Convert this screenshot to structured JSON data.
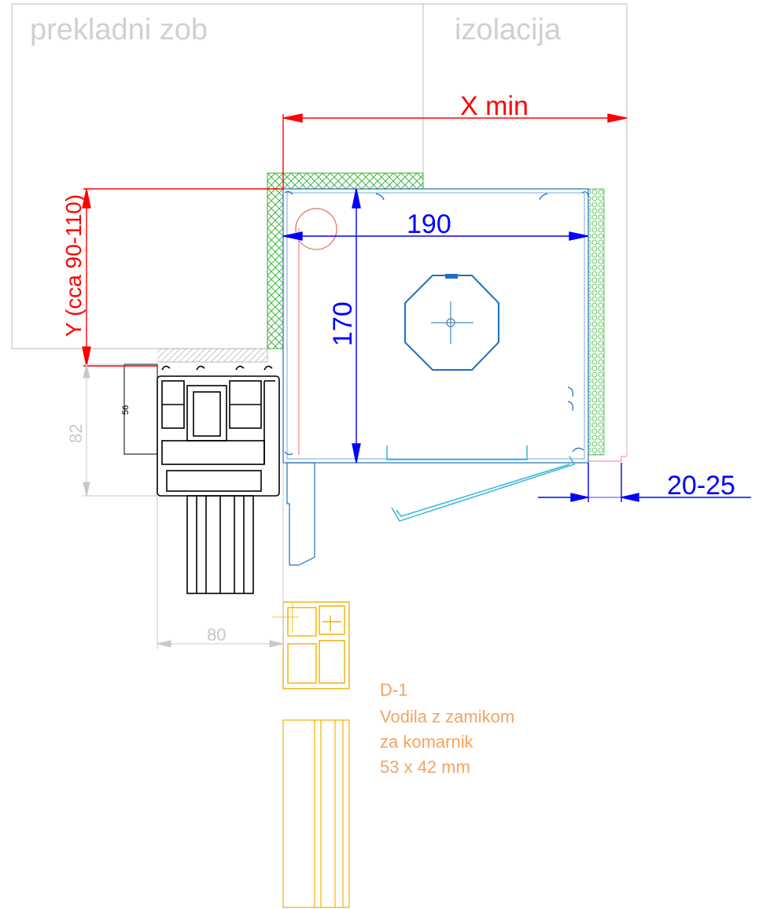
{
  "labels": {
    "lintel": "prekladni zob",
    "insulation": "izolacija",
    "x_min": "X min",
    "y_range": "Y  (cca 90-110)",
    "dim_190": "190",
    "dim_170": "170",
    "dim_20_25": "20-25",
    "dim_82": "82",
    "dim_56": "56",
    "dim_80": "80"
  },
  "profile_note": {
    "code": "D-1",
    "line1": "Vodila z zamikom",
    "line2": "za komarnik",
    "line3": "53 x 42 mm"
  },
  "colors": {
    "red": "#ff0000",
    "blue": "#0000ff",
    "box": "#1f6fbf",
    "green": "#3db83d",
    "orange": "#f3a461",
    "yellow": "#f2b100",
    "grey": "#c8c8c8",
    "slat": "#35b6d6"
  }
}
